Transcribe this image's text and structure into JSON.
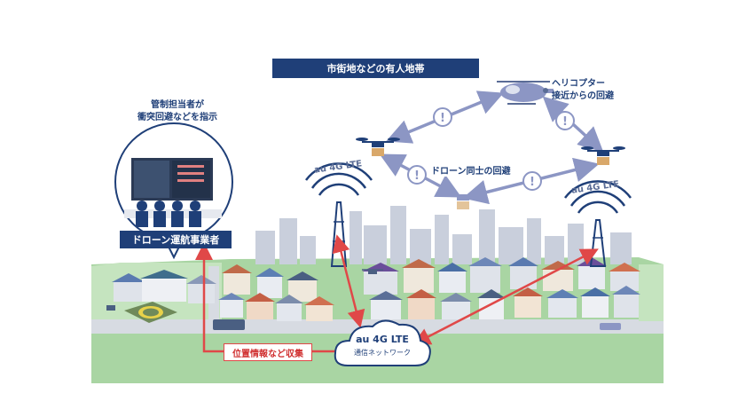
{
  "header": {
    "title": "市街地などの有人地帯"
  },
  "control_center": {
    "caption": "管制担当者が\n衝突回避などを指示",
    "operator_label": "ドローン運航事業者"
  },
  "helicopter": {
    "caption": "ヘリコプター\n接近からの回避"
  },
  "drones": {
    "caption": "ドローン同士の回避"
  },
  "towers": {
    "left_label": "au 4G LTE",
    "right_label": "au 4G LTE"
  },
  "network": {
    "title": "au 4G LTE",
    "subtitle": "通信ネットワーク"
  },
  "collection": {
    "label": "位置情報など収集"
  },
  "colors": {
    "navy": "#1f3f78",
    "arrow_blue": "#8c96c4",
    "alert_red": "#e04848",
    "ground_green": "#a9d5a3",
    "road_gray": "#d7dbe2"
  },
  "icons": [
    "exclamation-icon",
    "drone-icon",
    "helicopter-icon",
    "radio-tower-icon",
    "cloud-icon",
    "helipad-icon"
  ]
}
